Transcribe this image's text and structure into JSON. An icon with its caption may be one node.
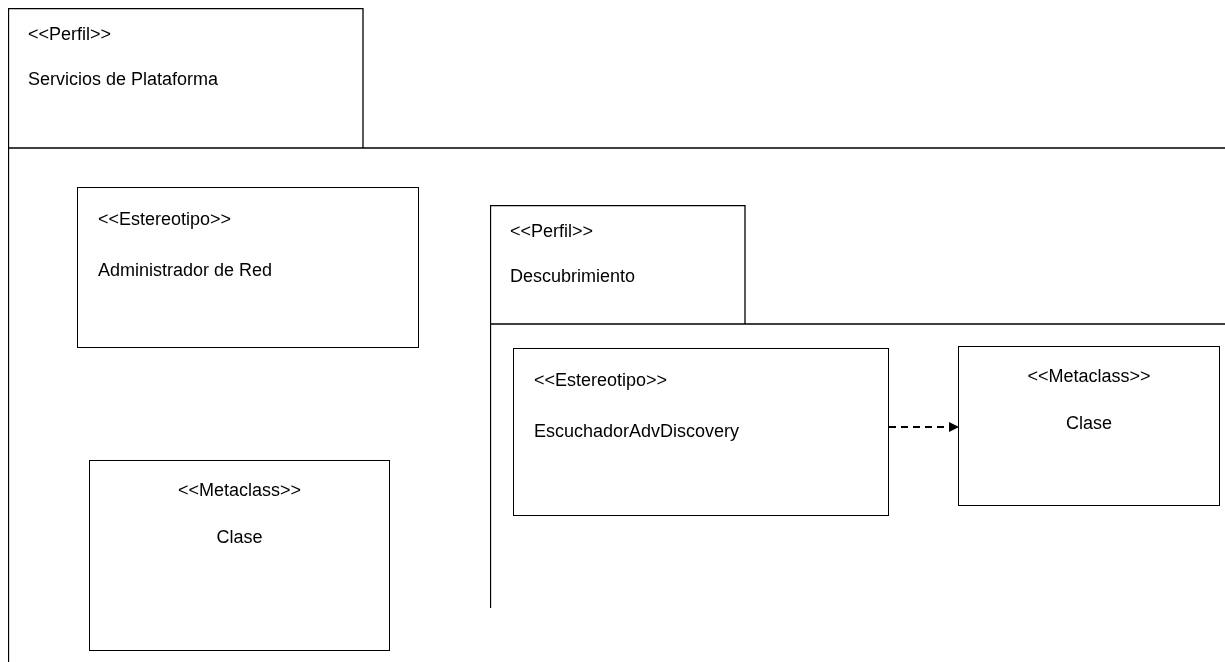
{
  "diagram": {
    "nodes": [
      {
        "text": [
          "<<Perfil>>",
          "Servicios de Plataforma"
        ]
      },
      {
        "text": [
          "<<Estereotipo>>",
          "Administrador de Red"
        ],
        "in": 0
      },
      {
        "text": [
          "<<Metaclass>>",
          "Clase"
        ],
        "in": 0
      },
      {
        "text": [
          "<<Perfil>>",
          "Descubrimiento"
        ],
        "in": 0
      },
      {
        "text": [
          "<<Estereotipo>>",
          "EscuchadorAdvDiscovery"
        ],
        "in": 3
      },
      {
        "text": [
          "<<Metaclass>>",
          "Clase"
        ],
        "in": 3
      }
    ],
    "edges": [
      {
        "from": 4,
        "to": 5,
        "arrow": "to",
        "style": "dashed"
      }
    ]
  }
}
